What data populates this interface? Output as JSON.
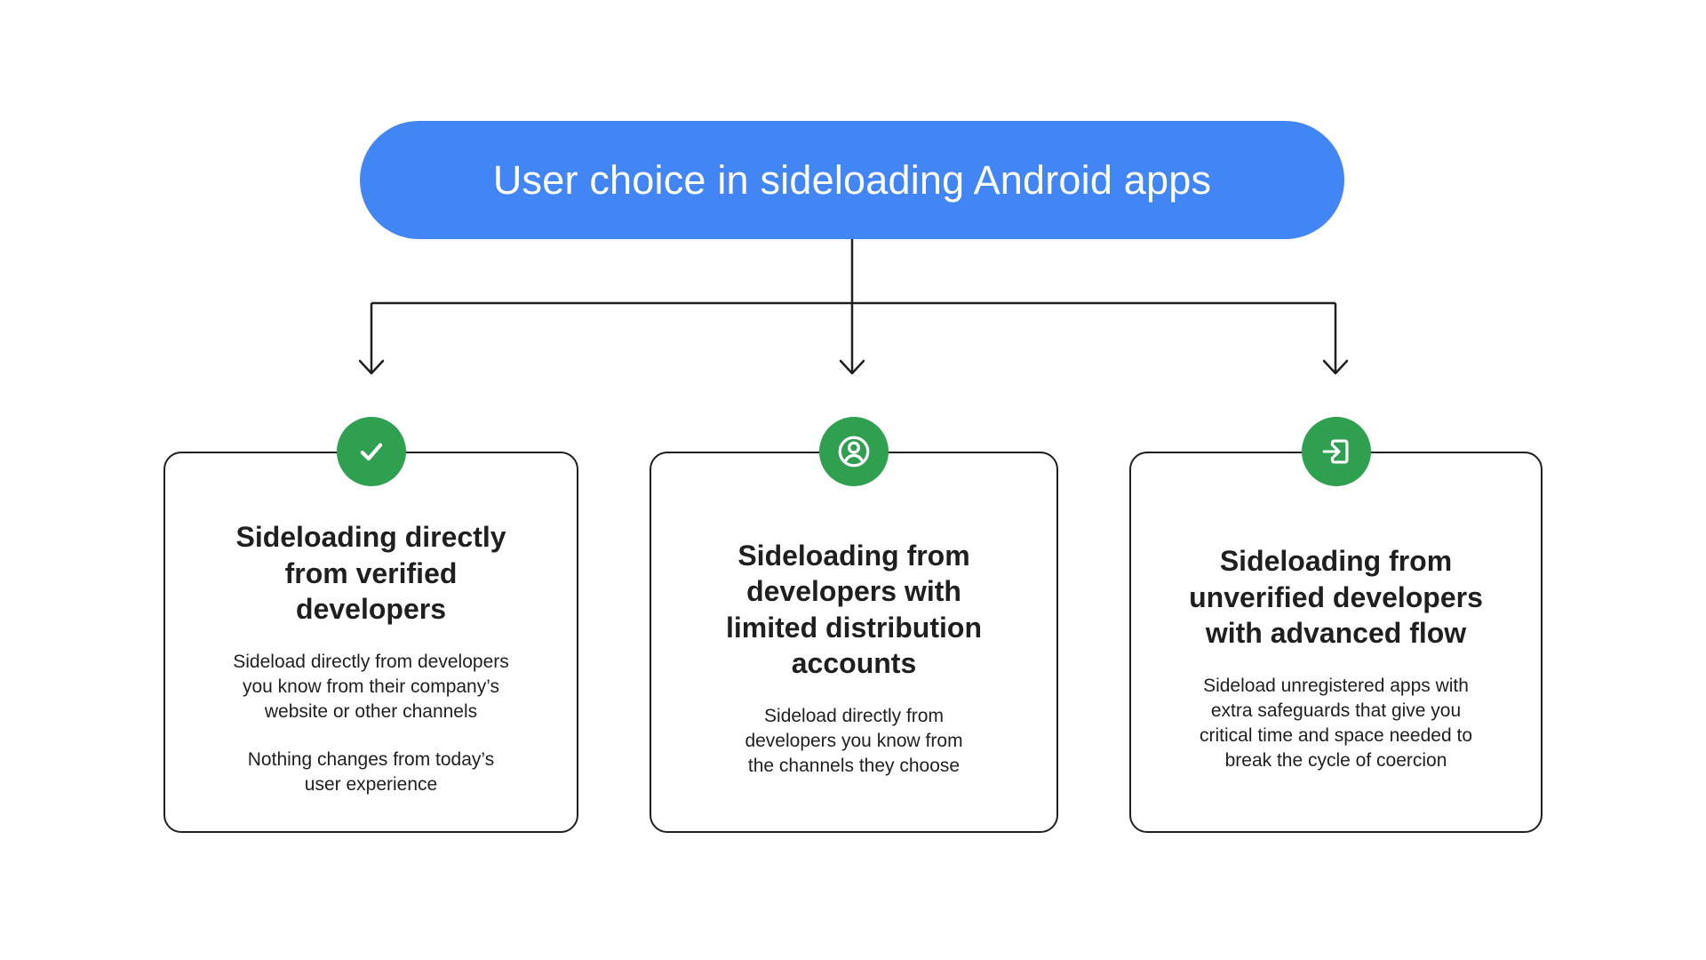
{
  "header": {
    "title": "User choice in sideloading Android apps"
  },
  "cards": [
    {
      "icon": "check-icon",
      "title": "Sideloading directly from verified developers",
      "paragraphs": [
        "Sideload directly from developers you know from their company’s website or other channels",
        "Nothing changes from today’s user experience"
      ]
    },
    {
      "icon": "account-circle-icon",
      "title": "Sideloading from developers with limited distribution accounts",
      "paragraphs": [
        "Sideload directly from developers you know from the channels they choose"
      ]
    },
    {
      "icon": "exit-to-app-icon",
      "title": "Sideloading from unverified developers with advanced flow",
      "paragraphs": [
        "Sideload unregistered apps with extra safeguards that give you critical time and space needed to break the cycle of coercion"
      ]
    }
  ],
  "colors": {
    "header_pill": "#4285F4",
    "icon_badge": "#2F9F50",
    "card_border": "#1F1F1F",
    "connector": "#1F1F1F",
    "text": "#1F1F1F",
    "background": "#FFFFFF"
  }
}
